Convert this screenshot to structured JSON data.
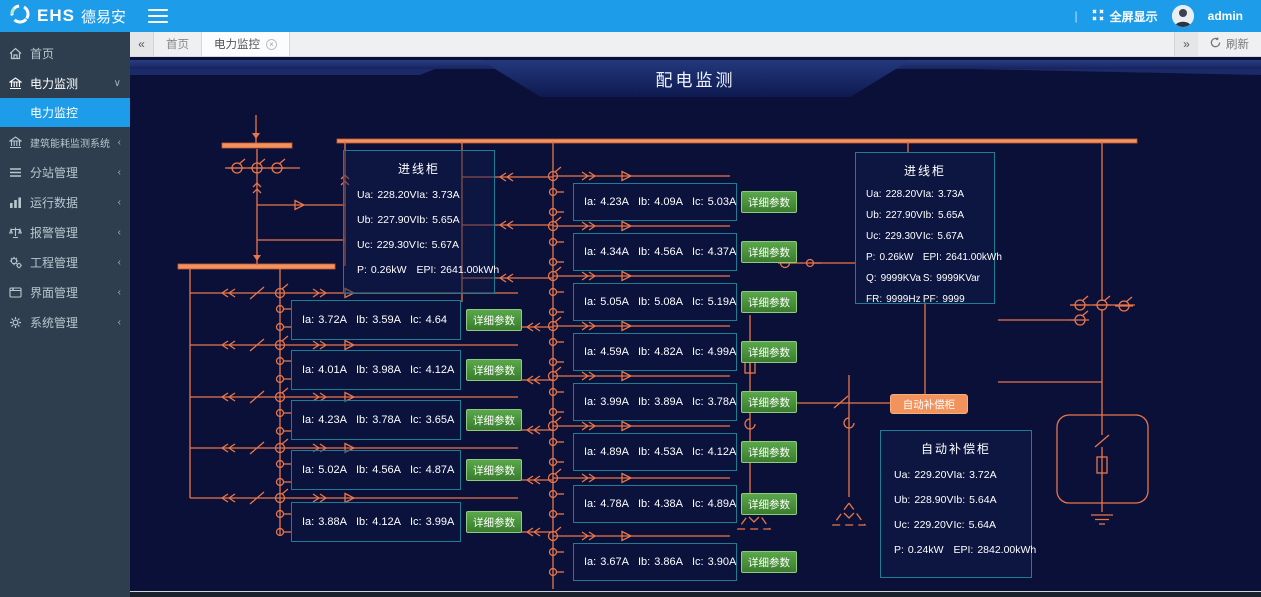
{
  "header": {
    "brand_bold": "EHS",
    "brand_cn": "德易安",
    "divider": "|",
    "fullscreen_label": "全屏显示",
    "username": "admin"
  },
  "tabbar": {
    "tab_home": "首页",
    "tab_active": "电力监控",
    "refresh_label": "刷新"
  },
  "sidebar": {
    "items": [
      {
        "label": "首页",
        "icon": "home"
      },
      {
        "label": "电力监测",
        "icon": "bank"
      },
      {
        "label": "电力监控",
        "icon": "none"
      },
      {
        "label": "建筑能耗监测系统",
        "icon": "bank"
      },
      {
        "label": "分站管理",
        "icon": "list"
      },
      {
        "label": "运行数据",
        "icon": "bar-chart"
      },
      {
        "label": "报警管理",
        "icon": "balance"
      },
      {
        "label": "工程管理",
        "icon": "gears"
      },
      {
        "label": "界面管理",
        "icon": "window"
      },
      {
        "label": "系统管理",
        "icon": "gear"
      }
    ]
  },
  "content": {
    "title": "配电监测",
    "labels": {
      "ia": "Ia:",
      "ib": "Ib:",
      "ic": "Ic:"
    },
    "detail_button": "详细参数",
    "comp_button": "自动补偿柜",
    "inlet_left": {
      "title": "进线柜",
      "params": [
        {
          "k": "Ua:",
          "v": "228.20V"
        },
        {
          "k": "Ia:",
          "v": "3.73A"
        },
        {
          "k": "Ub:",
          "v": "227.90V"
        },
        {
          "k": "Ib:",
          "v": "5.65A"
        },
        {
          "k": "Uc:",
          "v": "229.30V"
        },
        {
          "k": "Ic:",
          "v": "5.67A"
        },
        {
          "k": "P:",
          "v": "0.26kW"
        },
        {
          "k": "EPI:",
          "v": "2641.00kWh"
        }
      ]
    },
    "inlet_right": {
      "title": "进线柜",
      "params": [
        {
          "k": "Ua:",
          "v": "228.20V"
        },
        {
          "k": "Ia:",
          "v": "3.73A"
        },
        {
          "k": "Ub:",
          "v": "227.90V"
        },
        {
          "k": "Ib:",
          "v": "5.65A"
        },
        {
          "k": "Uc:",
          "v": "229.30V"
        },
        {
          "k": "Ic:",
          "v": "5.67A"
        },
        {
          "k": "P:",
          "v": "0.26kW"
        },
        {
          "k": "EPI:",
          "v": "2641.00kWh"
        },
        {
          "k": "Q:",
          "v": "9999KVa"
        },
        {
          "k": "S:",
          "v": "9999KVar"
        },
        {
          "k": "FR:",
          "v": "9999Hz"
        },
        {
          "k": "PF:",
          "v": "9999"
        }
      ]
    },
    "comp_box": {
      "title": "自动补偿柜",
      "params": [
        {
          "k": "Ua:",
          "v": "229.20V"
        },
        {
          "k": "Ia:",
          "v": "3.72A"
        },
        {
          "k": "Ub:",
          "v": "228.90V"
        },
        {
          "k": "Ib:",
          "v": "5.64A"
        },
        {
          "k": "Uc:",
          "v": "229.20V"
        },
        {
          "k": "Ic:",
          "v": "5.64A"
        },
        {
          "k": "P:",
          "v": "0.24kW"
        },
        {
          "k": "EPI:",
          "v": "2842.00kWh"
        }
      ]
    },
    "left_feeders": [
      {
        "ia": "3.72A",
        "ib": "3.59A",
        "ic": "4.64"
      },
      {
        "ia": "4.01A",
        "ib": "3.98A",
        "ic": "4.12A"
      },
      {
        "ia": "4.23A",
        "ib": "3.78A",
        "ic": "3.65A"
      },
      {
        "ia": "5.02A",
        "ib": "4.56A",
        "ic": "4.87A"
      },
      {
        "ia": "3.88A",
        "ib": "4.12A",
        "ic": "3.99A"
      }
    ],
    "mid_feeders": [
      {
        "ia": "4.23A",
        "ib": "4.09A",
        "ic": "5.03A"
      },
      {
        "ia": "4.34A",
        "ib": "4.56A",
        "ic": "4.37A"
      },
      {
        "ia": "5.05A",
        "ib": "5.08A",
        "ic": "5.19A"
      },
      {
        "ia": "4.59A",
        "ib": "4.82A",
        "ic": "4.99A"
      },
      {
        "ia": "3.99A",
        "ib": "3.89A",
        "ic": "3.78A"
      },
      {
        "ia": "4.89A",
        "ib": "4.53A",
        "ic": "4.12A"
      },
      {
        "ia": "4.78A",
        "ib": "4.38A",
        "ic": "4.89A"
      },
      {
        "ia": "3.67A",
        "ib": "3.86A",
        "ic": "3.90A"
      }
    ]
  },
  "colors": {
    "accent_blue": "#1d9cea",
    "line_orange": "#e8764a",
    "box_teal": "#1d7d95",
    "button_green": "#3f8c33",
    "comp_orange": "#f2935e"
  }
}
